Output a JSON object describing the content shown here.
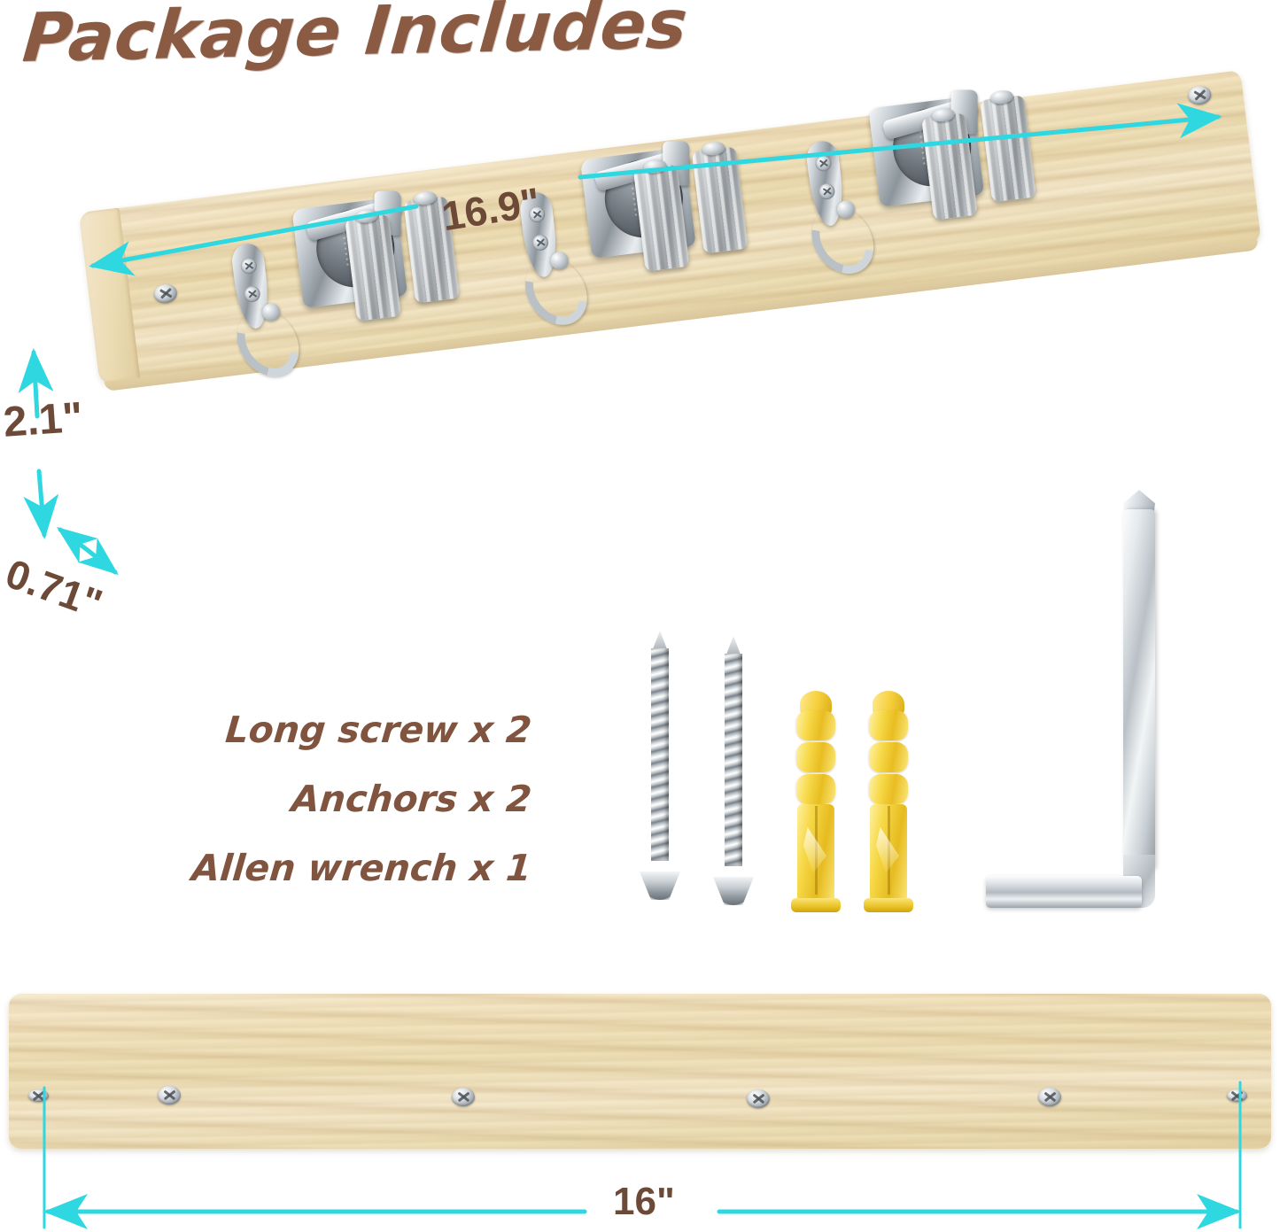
{
  "page": {
    "title": "Package Includes",
    "background_color": "#ffffff",
    "accent_color": "#2fd8e0",
    "text_color": "#80543e"
  },
  "dimensions": {
    "length_top": "16.9\"",
    "height": "2.1\"",
    "depth": "0.71\"",
    "board_length": "16\""
  },
  "parts_list": [
    {
      "label": "Long screw x 2"
    },
    {
      "label": "Anchors x 2"
    },
    {
      "label": "Allen wrench x 1"
    }
  ],
  "products": {
    "rack": {
      "name": "Wall mounted mop and broom holder rack",
      "material": "pine wood",
      "hook_count": 3,
      "holder_count": 3,
      "mounting_screw_count": 2
    },
    "board": {
      "name": "Wood mounting board back view",
      "screw_count": 6
    }
  },
  "hardware": {
    "screws": {
      "name": "Long screw",
      "quantity": 2,
      "color": "#b9c1c7"
    },
    "anchors": {
      "name": "Wall anchor",
      "quantity": 2,
      "color": "#f5d githubusercontent"
    },
    "wrench": {
      "name": "Allen wrench",
      "quantity": 1,
      "color": "#c8cfd4"
    }
  }
}
